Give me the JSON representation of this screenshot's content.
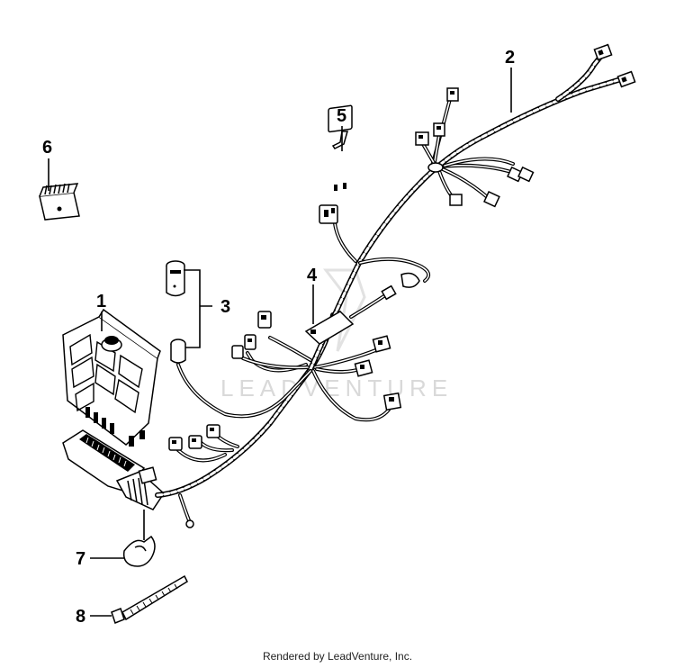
{
  "callouts": [
    {
      "id": "1",
      "text": "1"
    },
    {
      "id": "2",
      "text": "2"
    },
    {
      "id": "3",
      "text": "3"
    },
    {
      "id": "4",
      "text": "4"
    },
    {
      "id": "5",
      "text": "5"
    },
    {
      "id": "6",
      "text": "6"
    },
    {
      "id": "7",
      "text": "7"
    },
    {
      "id": "8",
      "text": "8"
    }
  ],
  "watermark": "LEADVENTURE",
  "footer": "Rendered by LeadVenture, Inc."
}
